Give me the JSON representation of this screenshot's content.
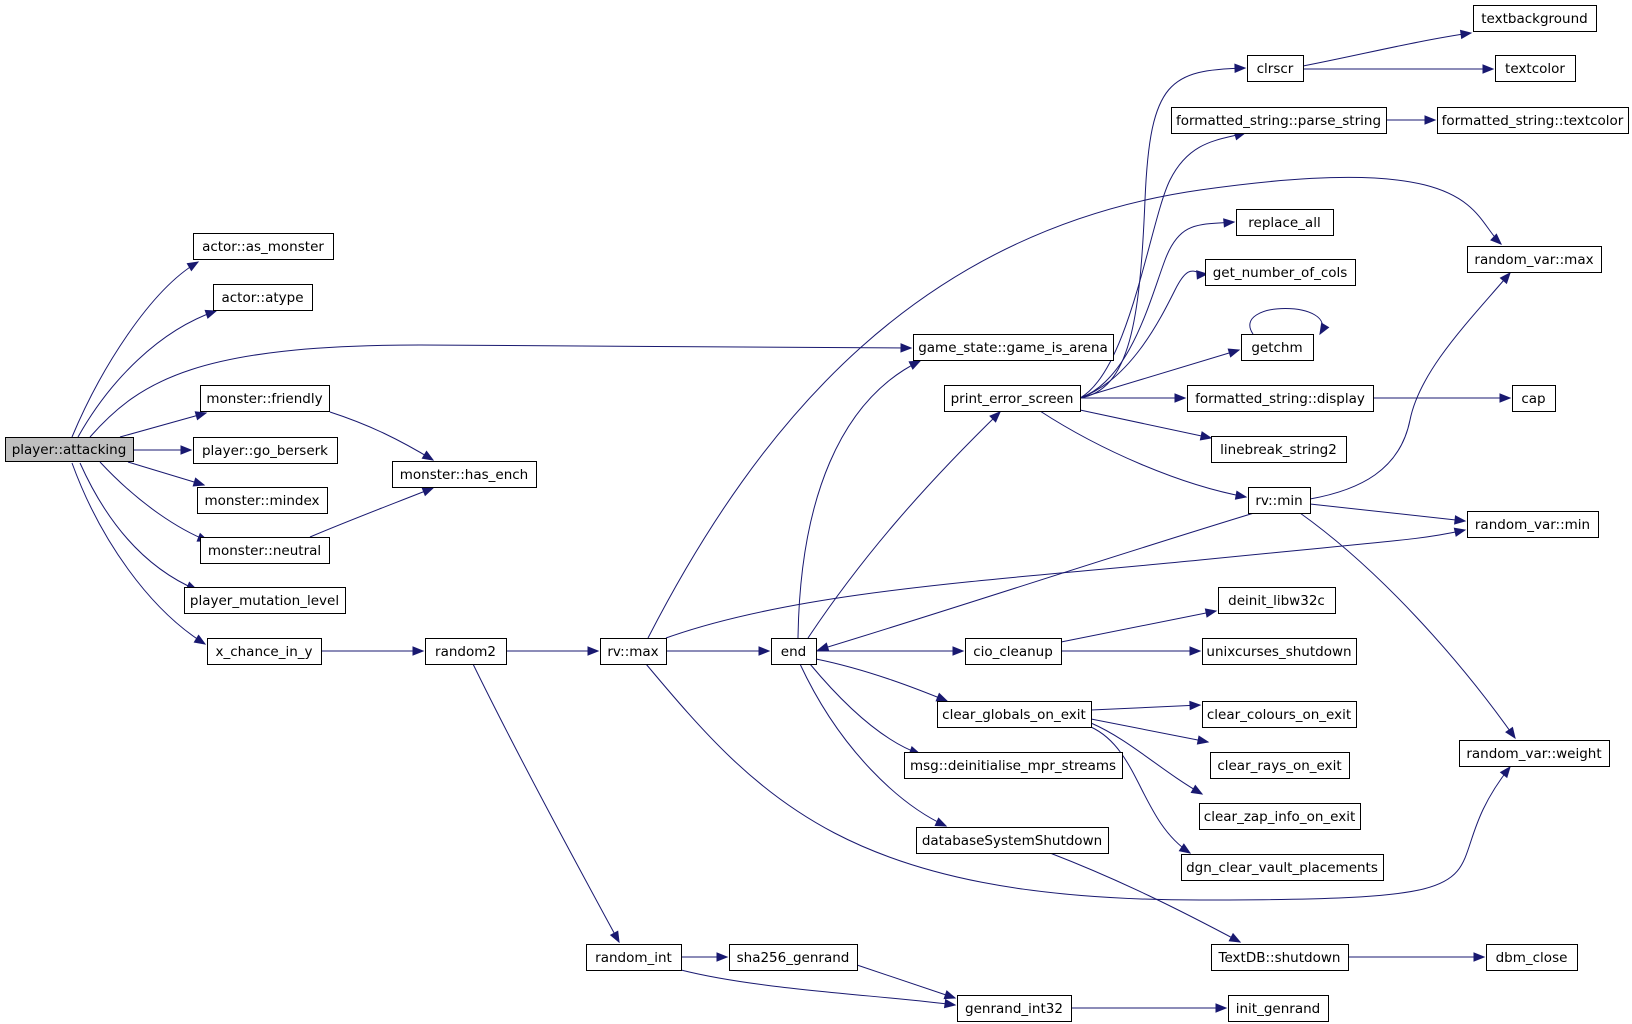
{
  "diagram": {
    "nodes": [
      {
        "id": "attacking",
        "label": "player::attacking",
        "root": true
      },
      {
        "id": "as_monster",
        "label": "actor::as_monster"
      },
      {
        "id": "atype",
        "label": "actor::atype"
      },
      {
        "id": "friendly",
        "label": "monster::friendly"
      },
      {
        "id": "go_berserk",
        "label": "player::go_berserk"
      },
      {
        "id": "mindex",
        "label": "monster::mindex"
      },
      {
        "id": "neutral",
        "label": "monster::neutral"
      },
      {
        "id": "mutation",
        "label": "player_mutation_level"
      },
      {
        "id": "xchance",
        "label": "x_chance_in_y"
      },
      {
        "id": "has_ench",
        "label": "monster::has_ench"
      },
      {
        "id": "random2",
        "label": "random2"
      },
      {
        "id": "rvmax",
        "label": "rv::max"
      },
      {
        "id": "random_int",
        "label": "random_int"
      },
      {
        "id": "sha256",
        "label": "sha256_genrand"
      },
      {
        "id": "end",
        "label": "end"
      },
      {
        "id": "game_is_arena",
        "label": "game_state::game_is_arena"
      },
      {
        "id": "print_error",
        "label": "print_error_screen"
      },
      {
        "id": "cio_cleanup",
        "label": "cio_cleanup"
      },
      {
        "id": "clear_globals",
        "label": "clear_globals_on_exit"
      },
      {
        "id": "msg_deinit",
        "label": "msg::deinitialise_mpr_streams"
      },
      {
        "id": "db_shutdown",
        "label": "databaseSystemShutdown"
      },
      {
        "id": "genrand32",
        "label": "genrand_int32"
      },
      {
        "id": "clrscr",
        "label": "clrscr"
      },
      {
        "id": "parse_string",
        "label": "formatted_string::parse_string"
      },
      {
        "id": "replace_all",
        "label": "replace_all"
      },
      {
        "id": "num_cols",
        "label": "get_number_of_cols"
      },
      {
        "id": "getchm",
        "label": "getchm"
      },
      {
        "id": "fs_display",
        "label": "formatted_string::display"
      },
      {
        "id": "linebreak",
        "label": "linebreak_string2"
      },
      {
        "id": "rvmin",
        "label": "rv::min"
      },
      {
        "id": "deinit_libw32c",
        "label": "deinit_libw32c"
      },
      {
        "id": "unixcurses",
        "label": "unixcurses_shutdown"
      },
      {
        "id": "clear_colours",
        "label": "clear_colours_on_exit"
      },
      {
        "id": "clear_rays",
        "label": "clear_rays_on_exit"
      },
      {
        "id": "clear_zap",
        "label": "clear_zap_info_on_exit"
      },
      {
        "id": "dgn_clear",
        "label": "dgn_clear_vault_placements"
      },
      {
        "id": "textdb",
        "label": "TextDB::shutdown"
      },
      {
        "id": "init_genrand",
        "label": "init_genrand"
      },
      {
        "id": "textbackground",
        "label": "textbackground"
      },
      {
        "id": "textcolor",
        "label": "textcolor"
      },
      {
        "id": "fs_textcolor",
        "label": "formatted_string::textcolor"
      },
      {
        "id": "rv_var_max",
        "label": "random_var::max"
      },
      {
        "id": "cap",
        "label": "cap"
      },
      {
        "id": "rv_var_min",
        "label": "random_var::min"
      },
      {
        "id": "rv_var_weight",
        "label": "random_var::weight"
      },
      {
        "id": "dbm_close",
        "label": "dbm_close"
      }
    ],
    "edges": [
      [
        "attacking",
        "as_monster"
      ],
      [
        "attacking",
        "atype"
      ],
      [
        "attacking",
        "game_is_arena"
      ],
      [
        "attacking",
        "friendly"
      ],
      [
        "attacking",
        "go_berserk"
      ],
      [
        "attacking",
        "mindex"
      ],
      [
        "attacking",
        "neutral"
      ],
      [
        "attacking",
        "mutation"
      ],
      [
        "attacking",
        "xchance"
      ],
      [
        "friendly",
        "has_ench"
      ],
      [
        "neutral",
        "has_ench"
      ],
      [
        "xchance",
        "random2"
      ],
      [
        "random2",
        "rvmax"
      ],
      [
        "random2",
        "random_int"
      ],
      [
        "rvmax",
        "end"
      ],
      [
        "rvmax",
        "rv_var_max"
      ],
      [
        "rvmax",
        "rv_var_min"
      ],
      [
        "rvmax",
        "rv_var_weight"
      ],
      [
        "random_int",
        "sha256"
      ],
      [
        "random_int",
        "genrand32"
      ],
      [
        "sha256",
        "genrand32"
      ],
      [
        "end",
        "game_is_arena"
      ],
      [
        "end",
        "print_error"
      ],
      [
        "end",
        "cio_cleanup"
      ],
      [
        "end",
        "clear_globals"
      ],
      [
        "end",
        "msg_deinit"
      ],
      [
        "end",
        "db_shutdown"
      ],
      [
        "print_error",
        "clrscr"
      ],
      [
        "print_error",
        "parse_string"
      ],
      [
        "print_error",
        "replace_all"
      ],
      [
        "print_error",
        "num_cols"
      ],
      [
        "print_error",
        "getchm"
      ],
      [
        "print_error",
        "fs_display"
      ],
      [
        "print_error",
        "linebreak"
      ],
      [
        "print_error",
        "rvmin"
      ],
      [
        "rvmin",
        "end"
      ],
      [
        "rvmin",
        "rv_var_max"
      ],
      [
        "rvmin",
        "rv_var_min"
      ],
      [
        "rvmin",
        "rv_var_weight"
      ],
      [
        "cio_cleanup",
        "deinit_libw32c"
      ],
      [
        "cio_cleanup",
        "unixcurses"
      ],
      [
        "clear_globals",
        "clear_colours"
      ],
      [
        "clear_globals",
        "clear_rays"
      ],
      [
        "clear_globals",
        "clear_zap"
      ],
      [
        "clear_globals",
        "dgn_clear"
      ],
      [
        "db_shutdown",
        "textdb"
      ],
      [
        "textdb",
        "dbm_close"
      ],
      [
        "genrand32",
        "init_genrand"
      ],
      [
        "clrscr",
        "textbackground"
      ],
      [
        "clrscr",
        "textcolor"
      ],
      [
        "parse_string",
        "fs_textcolor"
      ],
      [
        "fs_display",
        "cap"
      ],
      [
        "getchm",
        "getchm"
      ]
    ]
  }
}
